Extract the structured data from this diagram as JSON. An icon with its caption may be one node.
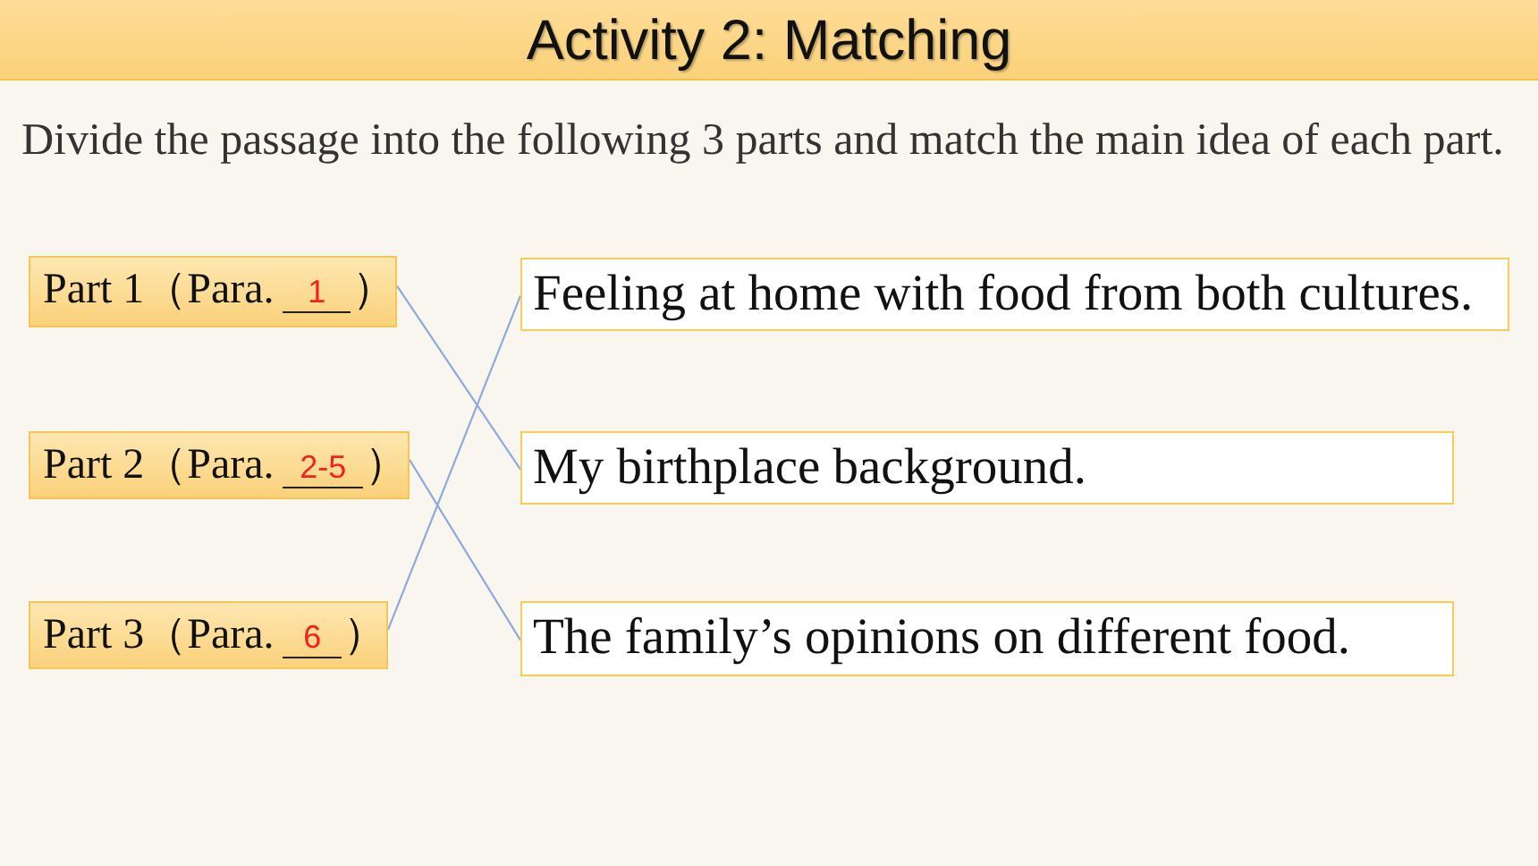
{
  "diagram": {
    "title": "Activity 2: Matching",
    "nodes": [
      {
        "text": [
          "Part 1（Para.",
          "1",
          "）"
        ]
      },
      {
        "text": [
          "Part 2（Para.",
          "2-5",
          "）"
        ]
      },
      {
        "text": [
          "Part 3（Para.",
          "6",
          "）"
        ]
      },
      {
        "text": [
          "Feeling at home with food from both cultures."
        ]
      },
      {
        "text": [
          "My birthplace background."
        ]
      },
      {
        "text": [
          "The family’s opinions on different food."
        ]
      }
    ],
    "edges": [
      {
        "from": 0,
        "to": 4,
        "arrow": "none"
      },
      {
        "from": 1,
        "to": 5,
        "arrow": "none"
      },
      {
        "from": 2,
        "to": 3,
        "arrow": "none"
      }
    ],
    "labels": [
      "Divide the passage into the following 3 parts and match the main idea of each part."
    ]
  }
}
